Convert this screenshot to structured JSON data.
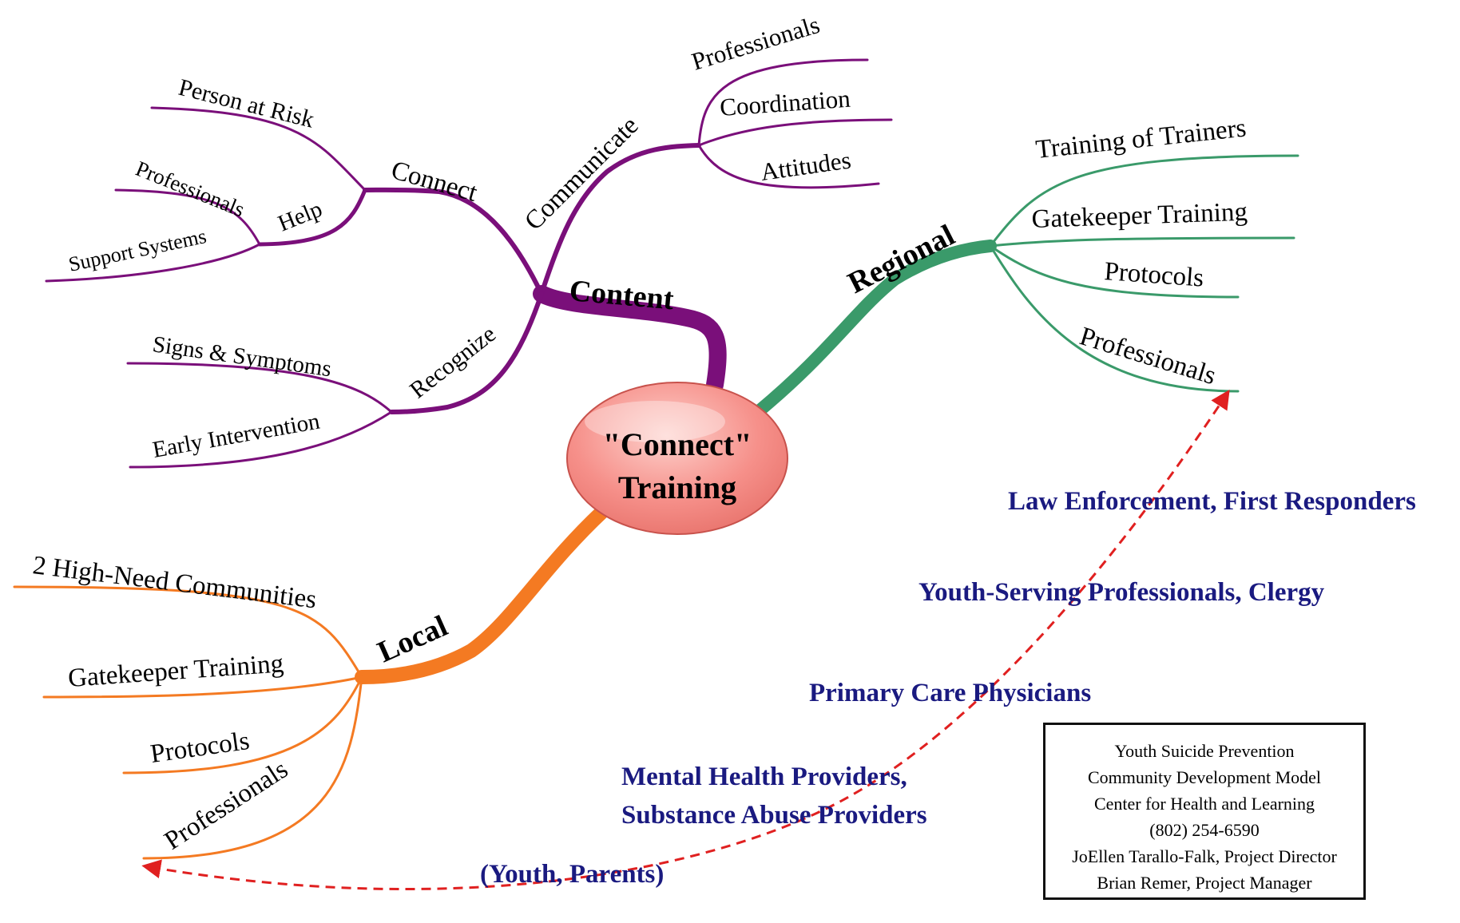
{
  "center": {
    "line1": "\"Connect\"",
    "line2": "Training"
  },
  "branches": {
    "content": {
      "label": "Content",
      "connect": {
        "label": "Connect",
        "person_at_risk": "Person at Risk",
        "help": {
          "label": "Help",
          "items": [
            "Professionals",
            "Support Systems"
          ]
        }
      },
      "communicate": {
        "label": "Communicate",
        "items": [
          "Professionals",
          "Coordination",
          "Attitudes"
        ]
      },
      "recognize": {
        "label": "Recognize",
        "items": [
          "Signs & Symptoms",
          "Early Intervention"
        ]
      }
    },
    "regional": {
      "label": "Regional",
      "items": [
        "Training of Trainers",
        "Gatekeeper Training",
        "Protocols",
        "Professionals"
      ]
    },
    "local": {
      "label": "Local",
      "items": [
        "2 High-Need Communities",
        "Gatekeeper Training",
        "Protocols",
        "Professionals"
      ]
    }
  },
  "audiences": [
    "Law Enforcement, First Responders",
    "Youth-Serving Professionals, Clergy",
    "Primary Care Physicians",
    "Mental Health Providers,",
    "Substance Abuse Providers",
    "(Youth, Parents)"
  ],
  "info_box": [
    "Youth Suicide Prevention",
    "Community Development Model",
    "Center for Health and Learning",
    "(802) 254-6590",
    "JoEllen Tarallo-Falk, Project Director",
    "Brian Remer, Project Manager"
  ],
  "colors": {
    "content": "#7a0f7a",
    "regional": "#3a9a6a",
    "local": "#f47a22",
    "arrow": "#e02020",
    "audience": "#1a1a80",
    "center_fill": "#f6908a"
  }
}
